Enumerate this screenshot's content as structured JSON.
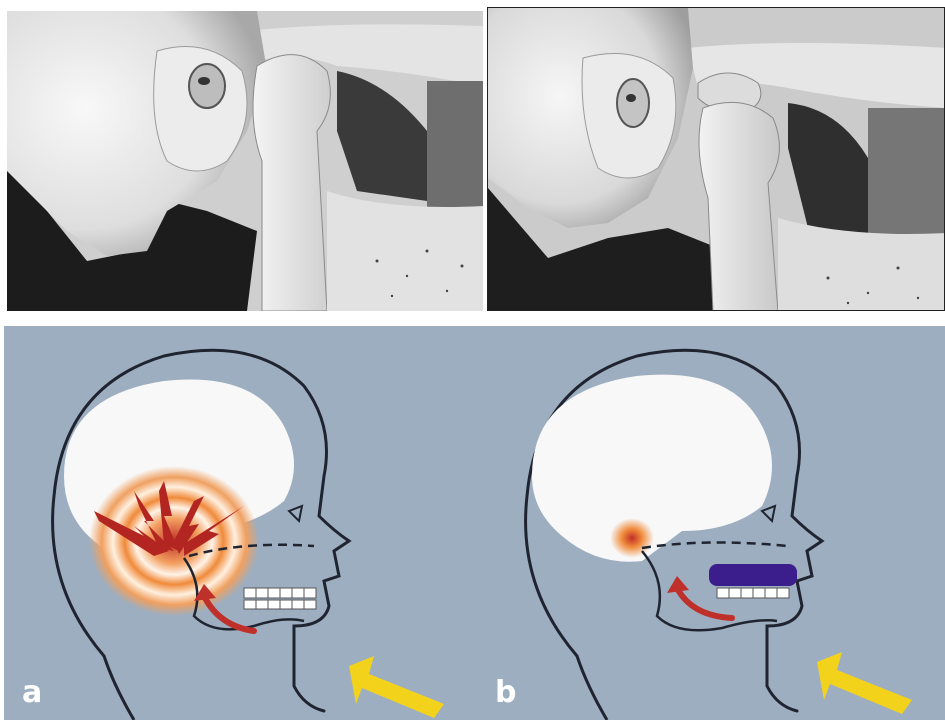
{
  "panels": {
    "top_left": {
      "type": "photograph"
    },
    "top_right": {
      "type": "photograph"
    },
    "bottom_left": {
      "type": "illustration",
      "label": "a"
    },
    "bottom_right": {
      "type": "illustration",
      "label": "b"
    }
  },
  "colors": {
    "background_gray_blue": "#9daec0",
    "pain_red": "#c0302a",
    "pain_orange": "#f08a3a",
    "arrow_red": "#c0302a",
    "arrow_yellow": "#f3d21c",
    "splint_purple": "#3b1e8c",
    "outline": "#1f2430"
  }
}
